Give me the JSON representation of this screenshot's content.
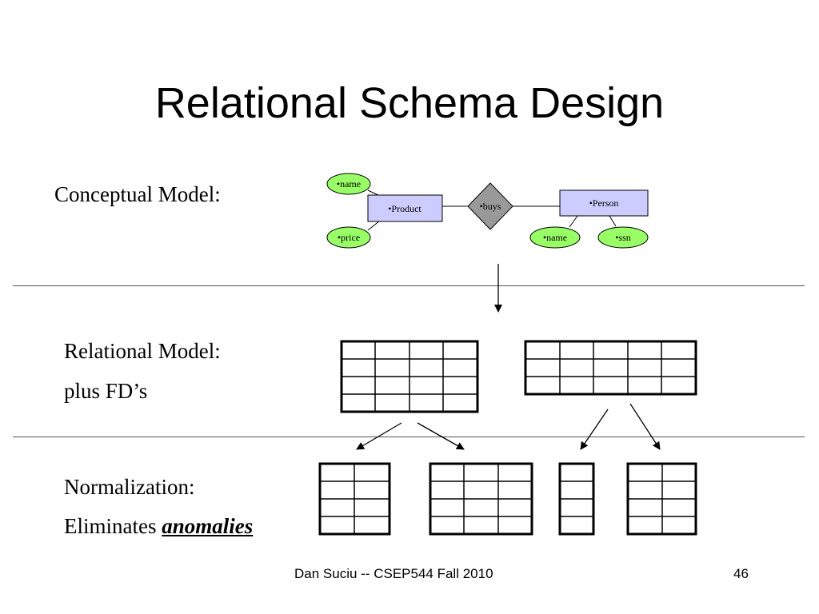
{
  "slide": {
    "title": "Relational Schema Design",
    "conceptual_label": "Conceptual Model:",
    "relational_label_1": "Relational Model:",
    "relational_label_2": "plus FD’s",
    "normalization_label_1": "Normalization:",
    "normalization_label_2_prefix": "Eliminates ",
    "normalization_label_2_emph": "anomalies",
    "footer": "Dan Suciu -- CSEP544 Fall 2010",
    "page_number": "46"
  },
  "er_diagram": {
    "entities": [
      "•Product",
      "•Person"
    ],
    "relationship": "•buys",
    "attributes": {
      "product": [
        "•name",
        "•price"
      ],
      "person": [
        "•name",
        "•ssn"
      ]
    }
  },
  "colors": {
    "entity_fill": "#ccccff",
    "attribute_fill": "#99ff66",
    "relationship_fill": "#999999"
  }
}
